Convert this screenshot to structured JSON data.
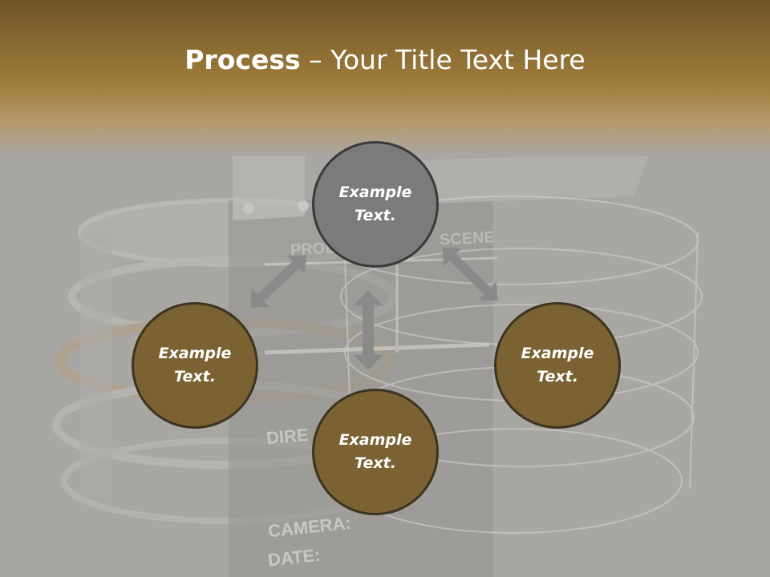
{
  "slide": {
    "title_bold": "Process",
    "title_rest": " – Your Title Text Here"
  },
  "background": {
    "clapper_labels": [
      "PROD",
      "SCENE",
      "DIRE",
      "CAMERA:",
      "DATE:"
    ]
  },
  "nodes": [
    {
      "id": "top",
      "line1": "Example",
      "line2": "Text.",
      "fill": "#7b7b7b"
    },
    {
      "id": "left",
      "line1": "Example",
      "line2": "Text.",
      "fill": "#7a6232"
    },
    {
      "id": "right",
      "line1": "Example",
      "line2": "Text.",
      "fill": "#7a6232"
    },
    {
      "id": "bottom",
      "line1": "Example",
      "line2": "Text.",
      "fill": "#7a6232"
    }
  ],
  "colors": {
    "header_top": "#6e5427",
    "header_mid": "#a07e3c",
    "background": "#a9a7a3",
    "arrow": "#8a8a8a"
  }
}
